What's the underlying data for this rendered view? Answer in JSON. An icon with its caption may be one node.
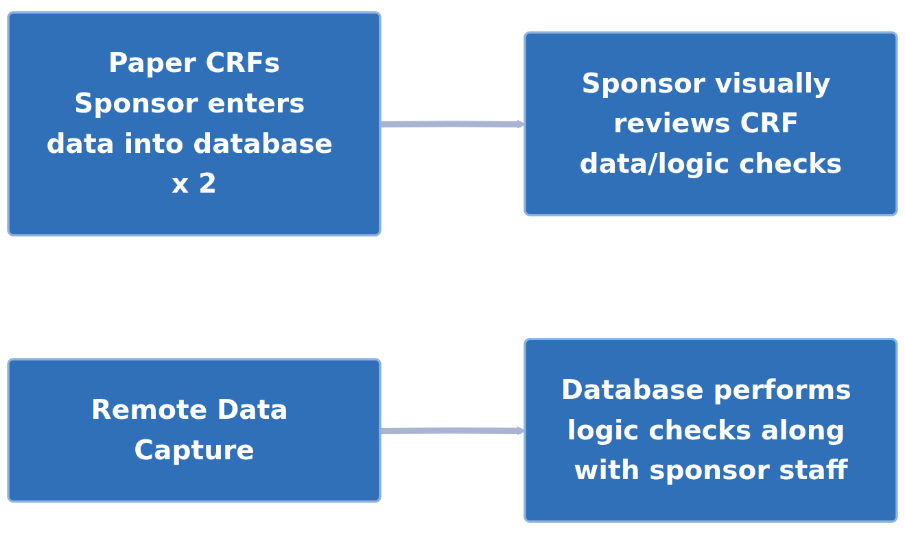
{
  "diagram": {
    "nodes": [
      {
        "text": [
          "Paper CRFs",
          "Sponsor enters data into database x 2"
        ]
      },
      {
        "text": [
          "Sponsor visually reviews CRF data/logic checks"
        ]
      },
      {
        "text": [
          "Remote Data Capture"
        ]
      },
      {
        "text": [
          "Database performs logic checks along with sponsor staff"
        ]
      }
    ],
    "edges": [
      {
        "from": 0,
        "to": 1,
        "arrow": "to"
      },
      {
        "from": 2,
        "to": 3,
        "arrow": "to"
      }
    ]
  }
}
